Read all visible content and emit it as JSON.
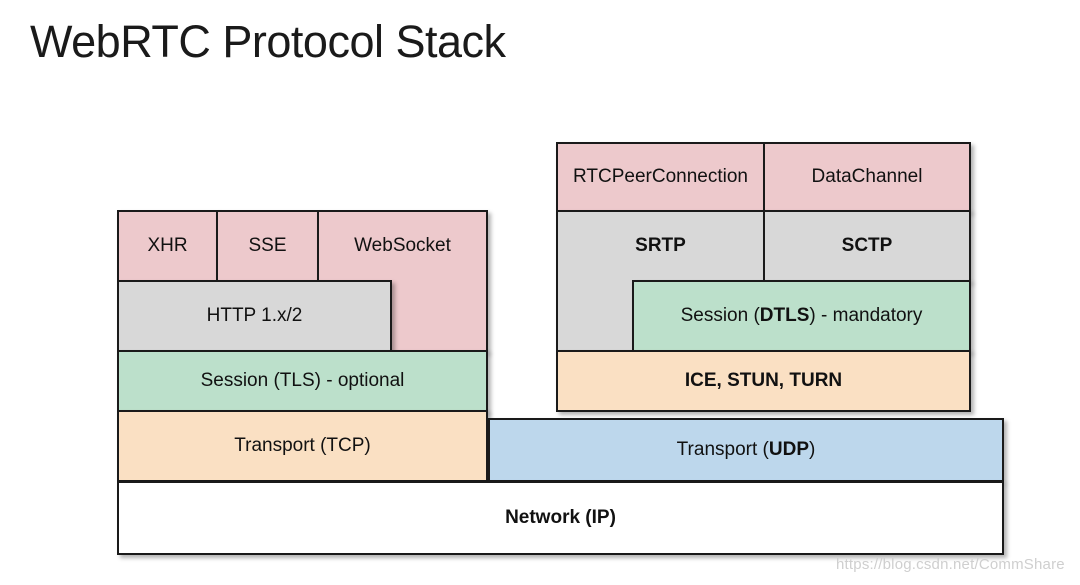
{
  "page": {
    "title": "WebRTC Protocol Stack",
    "watermark": "https://blog.csdn.net/CommShare"
  },
  "colors": {
    "pink": "#edc9cc",
    "gray": "#d8d8d8",
    "green": "#bce0cb",
    "peach": "#fae0c3",
    "blue": "#bdd7ec",
    "white": "#ffffff",
    "border": "#1a1a1a",
    "title": "#1a1a1a",
    "watermark": "#cfcfcf"
  },
  "diagram": {
    "left_stack": {
      "api_row": [
        {
          "label": "XHR",
          "color": "pink"
        },
        {
          "label": "SSE",
          "color": "pink"
        },
        {
          "label": "WebSocket",
          "color": "pink"
        }
      ],
      "http": {
        "label": "HTTP 1.x/2",
        "color": "gray"
      },
      "session": {
        "label": "Session (TLS) - optional",
        "color": "green"
      },
      "transport": {
        "label": "Transport (TCP)",
        "color": "peach"
      }
    },
    "right_stack": {
      "api_row": [
        {
          "label": "RTCPeerConnection",
          "color": "pink"
        },
        {
          "label": "DataChannel",
          "color": "pink"
        }
      ],
      "protocol_row": [
        {
          "label": "SRTP",
          "color": "gray"
        },
        {
          "label": "SCTP",
          "color": "gray"
        }
      ],
      "session": {
        "prefix": "Session (",
        "emphasis": "DTLS",
        "suffix": ") - mandatory",
        "color": "green"
      },
      "ice": {
        "label": "ICE, STUN, TURN",
        "color": "peach"
      },
      "transport": {
        "prefix": "Transport (",
        "emphasis": "UDP",
        "suffix": ")",
        "color": "blue"
      }
    },
    "network": {
      "label": "Network (IP)",
      "color": "white"
    }
  }
}
